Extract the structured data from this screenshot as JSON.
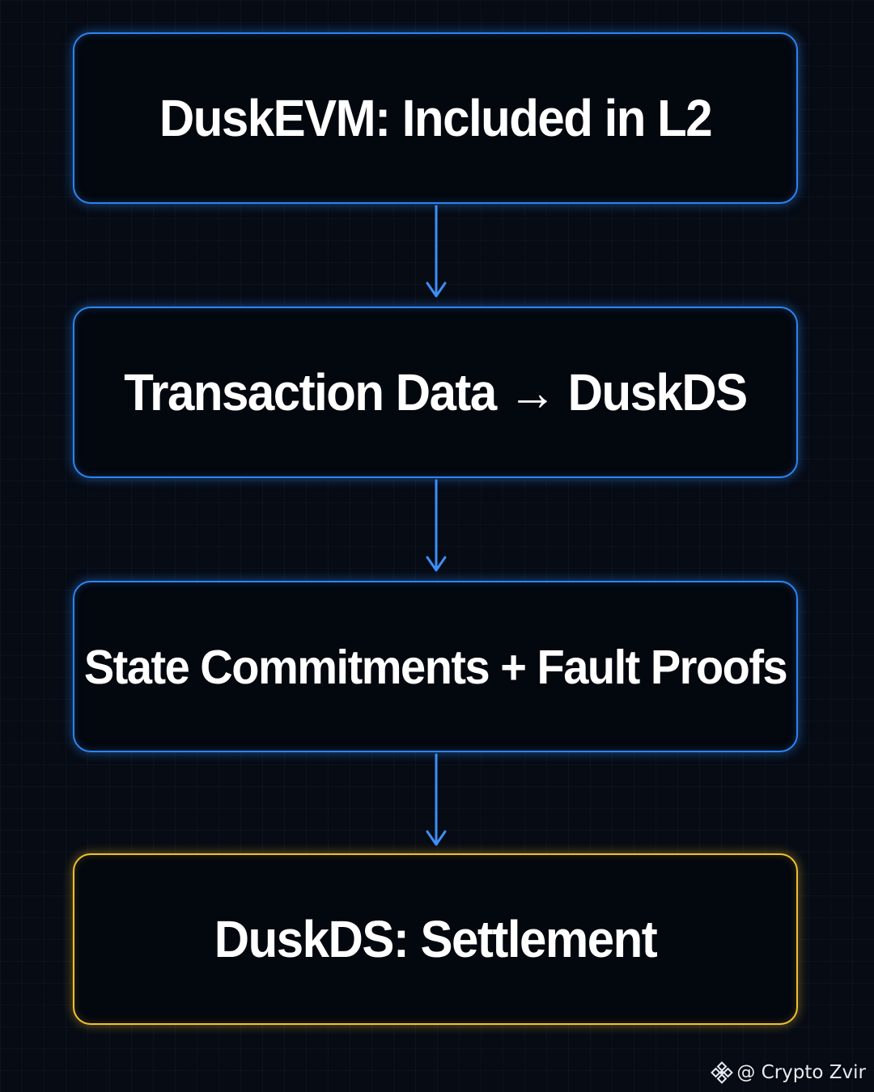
{
  "diagram": {
    "steps": [
      {
        "label": "DuskEVM: Included in L2",
        "accent": "#2d84f0"
      },
      {
        "label": "Transaction Data → DuskDS",
        "accent": "#2d84f0"
      },
      {
        "label": "State Commitments + Fault Proofs",
        "accent": "#2d84f0"
      },
      {
        "label": "DuskDS: Settlement",
        "accent": "#f2c12e"
      }
    ],
    "arrow_color": "#3d8ef5"
  },
  "watermark": {
    "icon": "binance-logo-icon",
    "text": "@ Crypto Zvir"
  }
}
